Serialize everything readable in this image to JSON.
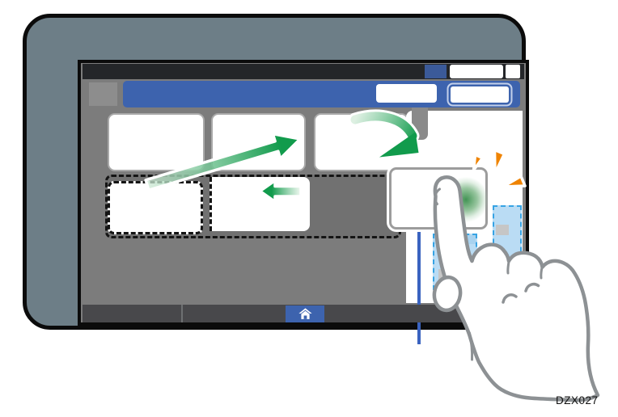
{
  "figure": {
    "code": "DZX027"
  },
  "colors": {
    "blue": "#3d63ae",
    "status_dark": "#242629",
    "status_blue": "#3b5a99",
    "bezel": "#6d7e87",
    "screen_gray": "#7c7c7c",
    "slot_gray": "#717171",
    "nav_gray": "#48484b",
    "tile_border": "#a9a9a9",
    "drag_border": "#9c9c9c",
    "widget_fill": "#badcf4",
    "widget_border": "#36a3e4",
    "bar_gray": "#c6c6c6",
    "green_dark": "#119b4c",
    "orange": "#ef8300",
    "hand_stroke": "#8d9194",
    "divider_blue": "#3a63c0",
    "tab_gray": "#8a8a8a"
  },
  "icons": {
    "home": "house",
    "tap_emphasis": "orange-spark-lines",
    "move_arrow_diagonal": "green-arrow-up-right",
    "move_arrow_left": "green-arrow-left",
    "drop_arrow": "green-curved-arrow"
  }
}
